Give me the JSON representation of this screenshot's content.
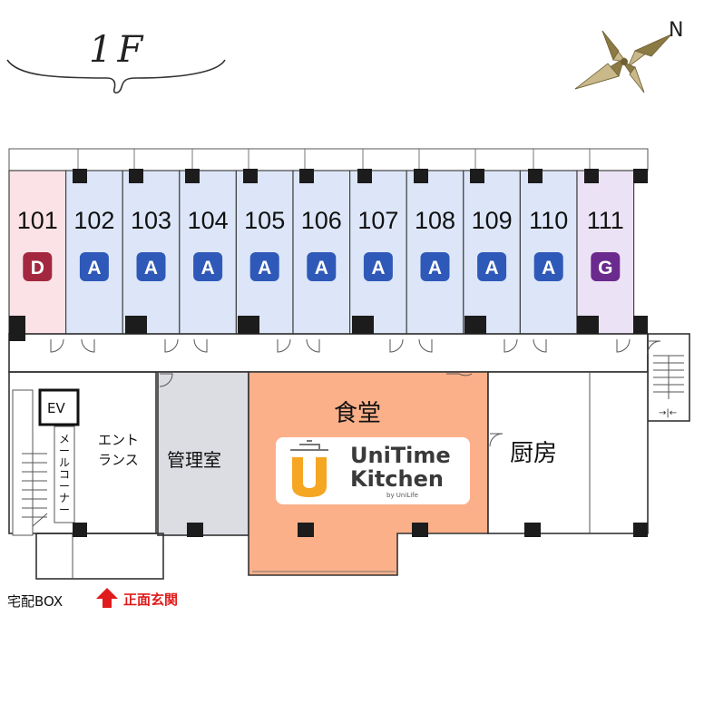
{
  "floor": {
    "title": "1F"
  },
  "compass": {
    "north_label": "N"
  },
  "rooms": [
    {
      "number": "101",
      "type": "D",
      "fill": "#fbe2e6",
      "badge_color": "#a3283f"
    },
    {
      "number": "102",
      "type": "A",
      "fill": "#dce6f8",
      "badge_color": "#2f59b8"
    },
    {
      "number": "103",
      "type": "A",
      "fill": "#dce6f8",
      "badge_color": "#2f59b8"
    },
    {
      "number": "104",
      "type": "A",
      "fill": "#dce6f8",
      "badge_color": "#2f59b8"
    },
    {
      "number": "105",
      "type": "A",
      "fill": "#dce6f8",
      "badge_color": "#2f59b8"
    },
    {
      "number": "106",
      "type": "A",
      "fill": "#dce6f8",
      "badge_color": "#2f59b8"
    },
    {
      "number": "107",
      "type": "A",
      "fill": "#dce6f8",
      "badge_color": "#2f59b8"
    },
    {
      "number": "108",
      "type": "A",
      "fill": "#dce6f8",
      "badge_color": "#2f59b8"
    },
    {
      "number": "109",
      "type": "A",
      "fill": "#dce6f8",
      "badge_color": "#2f59b8"
    },
    {
      "number": "110",
      "type": "A",
      "fill": "#dce6f8",
      "badge_color": "#2f59b8"
    },
    {
      "number": "111",
      "type": "G",
      "fill": "#ece2f6",
      "badge_color": "#6b2a8e"
    }
  ],
  "areas": {
    "ev": "EV",
    "mail_corner": [
      "メ",
      "ー",
      "ル",
      "コ",
      "ー",
      "ナ",
      "ー"
    ],
    "entrance": [
      "エント",
      "ランス"
    ],
    "management": "管理室",
    "dining": "食堂",
    "kitchen": "厨房",
    "delivery_box": "宅配BOX",
    "front_entrance": "正面玄関"
  },
  "brand": {
    "line1": "UniTime",
    "line2": "Kitchen",
    "by": "by UniLife",
    "accent": "#f5a623"
  },
  "colors": {
    "dining_fill": "#fbb08a",
    "management_fill": "#dcdde3",
    "entrance_arrow": "#e01b1b"
  }
}
